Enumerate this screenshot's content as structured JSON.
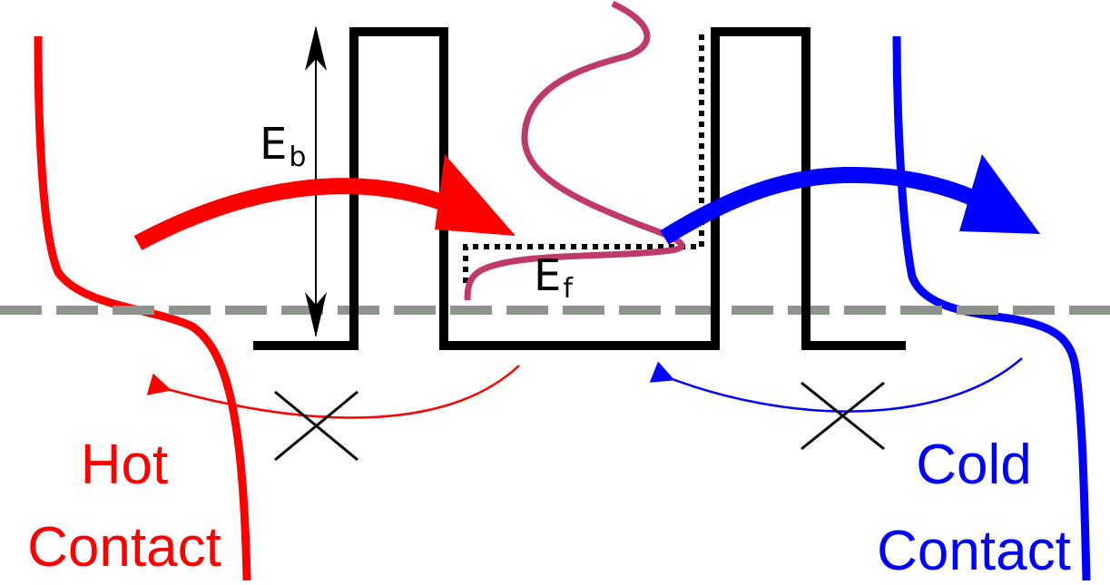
{
  "labels": {
    "barrier_energy_main": "E",
    "barrier_energy_sub": "b",
    "fermi_energy_main": "E",
    "fermi_energy_sub": "f",
    "hot_contact_line1": "Hot",
    "hot_contact_line2": "Contact",
    "cold_contact_line1": "Cold",
    "cold_contact_line2": "Contact"
  },
  "colors": {
    "hot": "#ff0000",
    "cold": "#0000ff",
    "wavefunction": "#bf3a6b",
    "barrier": "#000000",
    "reference_line": "#8f938e",
    "background": "#ffffff"
  }
}
